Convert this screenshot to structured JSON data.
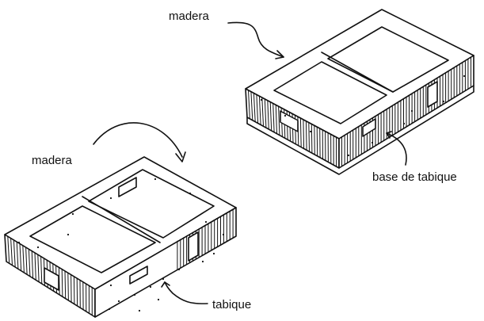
{
  "labels": {
    "madera_top": "madera",
    "base_tabique": "base de tabique",
    "madera_left": "madera",
    "tabique": "tabique"
  },
  "colors": {
    "ink": "#111111",
    "paper": "#ffffff"
  }
}
